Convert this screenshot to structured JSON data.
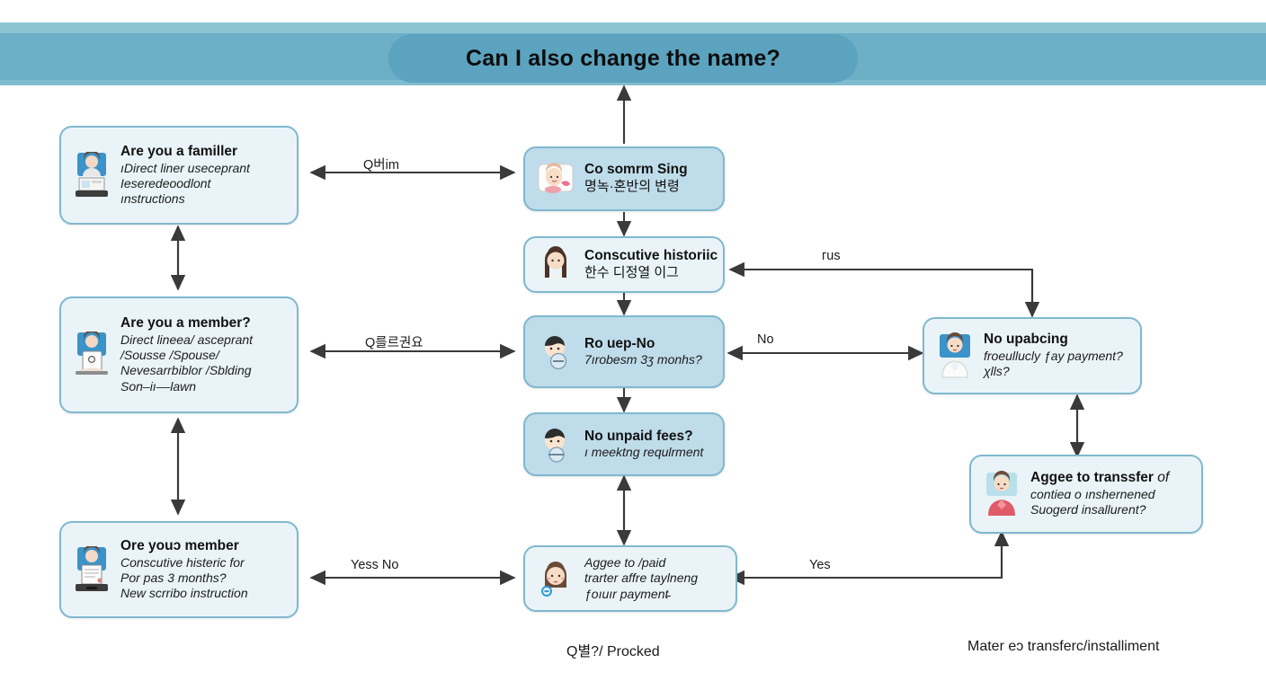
{
  "banner": {
    "title": "Can I also change the name?",
    "pill_color": "#5ca3bf",
    "band_color": "#6cafc6",
    "strip_color": "#8cc4d4"
  },
  "palette": {
    "node_light_fill": "#eaf4f8",
    "node_mid_fill": "#bfdcea",
    "node_border": "#7fb9ce",
    "arrow_color": "#3a3a3a",
    "text_color": "#111111"
  },
  "nodes": {
    "left_top": {
      "head": "Are you a familler",
      "sub1": "ıDirect liner useceprant",
      "sub2": "Ieseredeoodlont",
      "sub3": "ınstructions",
      "icon": "person-at-desk-avatar"
    },
    "left_mid": {
      "head": "Are you a member?",
      "sub1": "Direct lineea/ asceprant",
      "sub2": "/Sousse /Spouse/",
      "sub3": "Nevesarrbiblor /Sblding",
      "sub4": "Son–iı––lawn",
      "icon": "person-with-document-avatar"
    },
    "left_bottom": {
      "head": "Ore youɔ member",
      "sub1": "Conscutive histeric for",
      "sub2": "Por pas 3 months?",
      "sub3": "New scrribo instruction",
      "icon": "person-holding-certificate-avatar"
    },
    "center_1": {
      "head": "Co somrm Sing",
      "kr": "명녹·혼반의 변령",
      "icon": "person-resting-avatar"
    },
    "center_2": {
      "head": "Conscutive historiic",
      "kr": "한수 디정열 이그",
      "icon": "long-hair-person-avatar"
    },
    "center_3": {
      "head": "Ro uep-No",
      "sub1": "7ırobesm 3ʒ monhs?",
      "icon": "person-no-symbol-avatar"
    },
    "center_4": {
      "head": "No unpaid fees?",
      "sub1": "ı meektng requlrment",
      "icon": "person-no-symbol-avatar"
    },
    "center_5": {
      "sub1": "Aggee to /paid",
      "sub2": "trarter affre taylnenɡ",
      "sub3": "ƒoıuır payment̵",
      "icon": "person-globe-badge-avatar"
    },
    "right_top": {
      "head": "No upabcing",
      "sub1": "froeullucly ƒay payment?",
      "sub2": "χlls?",
      "icon": "person-white-shirt-avatar"
    },
    "right_bottom": {
      "head_bold": "Aggee to transsfer",
      "head_tail": " of",
      "sub1": "contieɑ o ınshernened",
      "sub2": "Suoɡerd insallurent?",
      "icon": "person-red-shirt-avatar"
    }
  },
  "edge_labels": {
    "left_top_to_center1": "Q버im",
    "left_mid_to_center3": "Q를르권요",
    "left_bottom_to_center5": "Yess No",
    "center2_from_right": "гus",
    "center3_to_right_top": "No",
    "center5_from_right_bottom": "Yes"
  },
  "captions": {
    "bottom_center": "Q별?/ Procked",
    "bottom_right": "Mater eɔ transferc/installiment"
  }
}
